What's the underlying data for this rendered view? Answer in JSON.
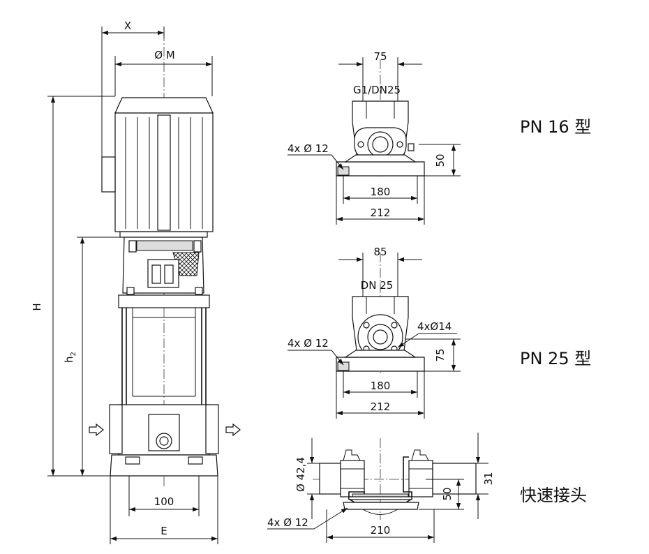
{
  "pump_elevation": {
    "dim_x": "X",
    "dim_motor_dia": "Ø M",
    "dim_height": "H",
    "dim_h2_main": "h",
    "dim_h2_sub": "2",
    "dim_base": "100",
    "dim_e": "E"
  },
  "pn16": {
    "label": "PN 16 型",
    "dim_port_spacing": "75",
    "connection": "G1/DN25",
    "holes": "4x Ø 12",
    "dim_height": "50",
    "dim_inner": "180",
    "dim_outer": "212"
  },
  "pn25": {
    "label": "PN 25 型",
    "dim_port_spacing": "85",
    "connection": "DN 25",
    "flange_holes": "4xØ14",
    "holes": "4x Ø 12",
    "dim_height": "75",
    "dim_inner": "180",
    "dim_outer": "212"
  },
  "quick": {
    "label": "快速接头",
    "dim_pipe_dia": "Ø 42,4",
    "dim_height": "50",
    "dim_31": "31",
    "holes": "4x Ø 12",
    "dim_width": "210"
  }
}
